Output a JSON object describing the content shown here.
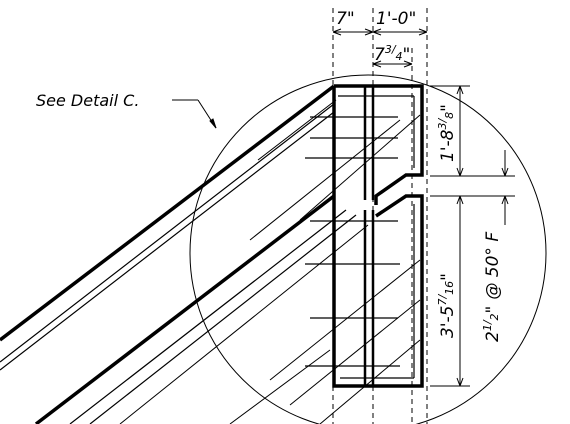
{
  "colors": {
    "ink": "#000000",
    "paper": "#ffffff"
  },
  "callout": {
    "text": "See Detail C."
  },
  "dimensions": {
    "top_left": "7\"",
    "top_right": "1'-0\"",
    "top_inner": {
      "whole": "7",
      "num": "3",
      "den": "4",
      "unit": "\""
    },
    "upper_height": {
      "whole": "1'-8",
      "num": "3",
      "den": "8",
      "unit": "\""
    },
    "lower_height": {
      "whole": "3'-5",
      "num": "7",
      "den": "16",
      "unit": "\""
    },
    "lower_offset": {
      "whole": "2",
      "num": "1",
      "den": "2",
      "unit": "\"",
      "note": "@ 50° F"
    }
  }
}
